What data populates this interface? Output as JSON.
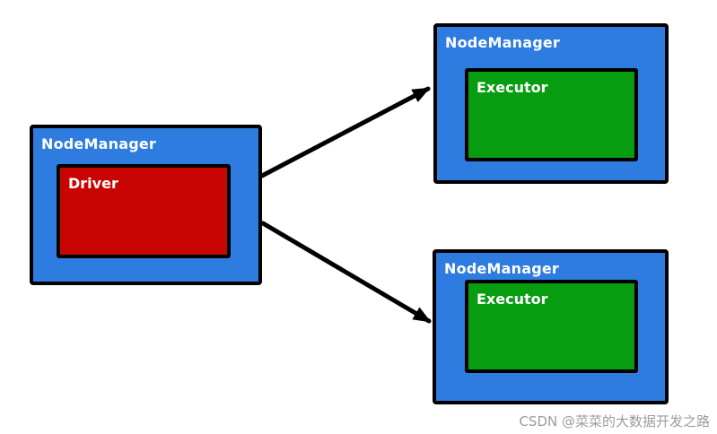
{
  "diagram": {
    "type": "architecture-diagram",
    "nodes": {
      "driver_host": {
        "title": "NodeManager",
        "inner_label": "Driver"
      },
      "executor_host_top": {
        "title": "NodeManager",
        "inner_label": "Executor"
      },
      "executor_host_bottom": {
        "title": "NodeManager",
        "inner_label": "Executor"
      }
    },
    "edges": [
      {
        "from": "driver_host",
        "to": "executor_host_top"
      },
      {
        "from": "driver_host",
        "to": "executor_host_bottom"
      }
    ],
    "colors": {
      "node_fill": "#2e7cdf",
      "driver_fill": "#c90503",
      "executor_fill": "#089c10",
      "border": "#000000",
      "arrow": "#000000",
      "label_text": "#ffffff",
      "background": "#ffffff",
      "watermark_text": "#9c9c9c"
    }
  },
  "watermark": {
    "text": "CSDN @菜菜的大数据开发之路"
  }
}
